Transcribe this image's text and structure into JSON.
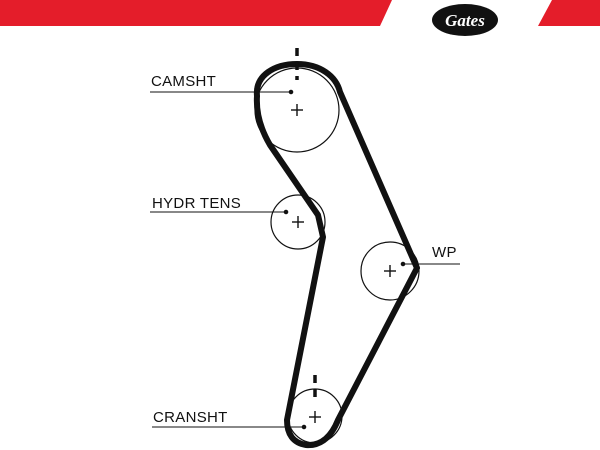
{
  "header": {
    "brand": "Gates",
    "accent_color": "#e41d2a",
    "logo_color": "#111111"
  },
  "diagram": {
    "labels": {
      "camshaft": "CAMSHT",
      "tensioner": "HYDR TENS",
      "water_pump": "WP",
      "crankshaft": "CRANSHT"
    },
    "belt_color": "#111111"
  }
}
